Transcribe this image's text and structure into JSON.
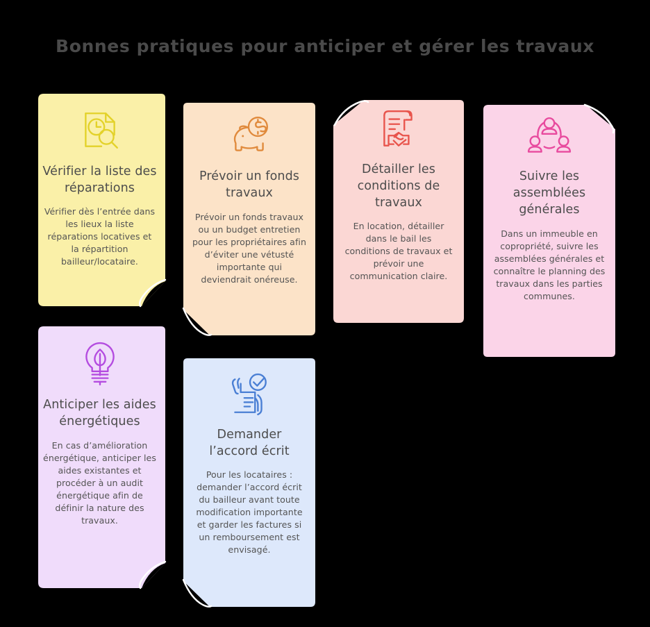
{
  "header": {
    "title": "Bonnes pratiques pour anticiper et gérer les travaux",
    "title_color": "#4a4a4a"
  },
  "background_color": "#000000",
  "cards": [
    {
      "id": "card-1",
      "icon_name": "document-clock-search-icon",
      "title": "Vérifier la liste des réparations",
      "body": "Vérifier dès l’entrée dans les lieux la liste réparations locatives et la répartition bailleur/locataire.",
      "bg_color": "#faf0a8",
      "icon_color": "#e3d22a",
      "fold": "bottom-right"
    },
    {
      "id": "card-2",
      "icon_name": "piggy-bank-icon",
      "title": "Prévoir un fonds travaux",
      "body": "Prévoir un fonds travaux ou un budget entretien pour les propriétaires afin d’éviter une vétusté importante qui deviendrait onéreuse.",
      "bg_color": "#fce3c8",
      "icon_color": "#e08a3c",
      "fold": "bottom-left"
    },
    {
      "id": "card-3",
      "icon_name": "contract-handshake-icon",
      "title": "Détailler les conditions de travaux",
      "body": "En location, détailler dans le bail les conditions de travaux et prévoir une communication claire.",
      "bg_color": "#fbd7d4",
      "icon_color": "#e8544c",
      "fold": "top-left"
    },
    {
      "id": "card-4",
      "icon_name": "people-group-icon",
      "title": "Suivre les assemblées générales",
      "body": "Dans un immeuble en copropriété, suivre les assemblées générales et connaître le planning des travaux dans les parties communes.",
      "bg_color": "#fbd4e8",
      "icon_color": "#e84a9e",
      "fold": "top-right"
    },
    {
      "id": "card-5",
      "icon_name": "lightbulb-leaf-icon",
      "title": "Anticiper les aides énergétiques",
      "body": "En cas d’amélioration énergétique, anticiper les aides existantes et procéder à un audit énergétique afin de définir la nature des travaux.",
      "bg_color": "#f0dcfb",
      "icon_color": "#b44ce0",
      "fold": "bottom-right"
    },
    {
      "id": "card-6",
      "icon_name": "hands-document-check-icon",
      "title": "Demander l’accord écrit",
      "body": "Pour les locataires : demander l’accord écrit du bailleur avant toute modification importante et garder les factures si un remboursement est envisagé.",
      "bg_color": "#dde8fb",
      "icon_color": "#4a7fd4",
      "fold": "bottom-left"
    }
  ]
}
